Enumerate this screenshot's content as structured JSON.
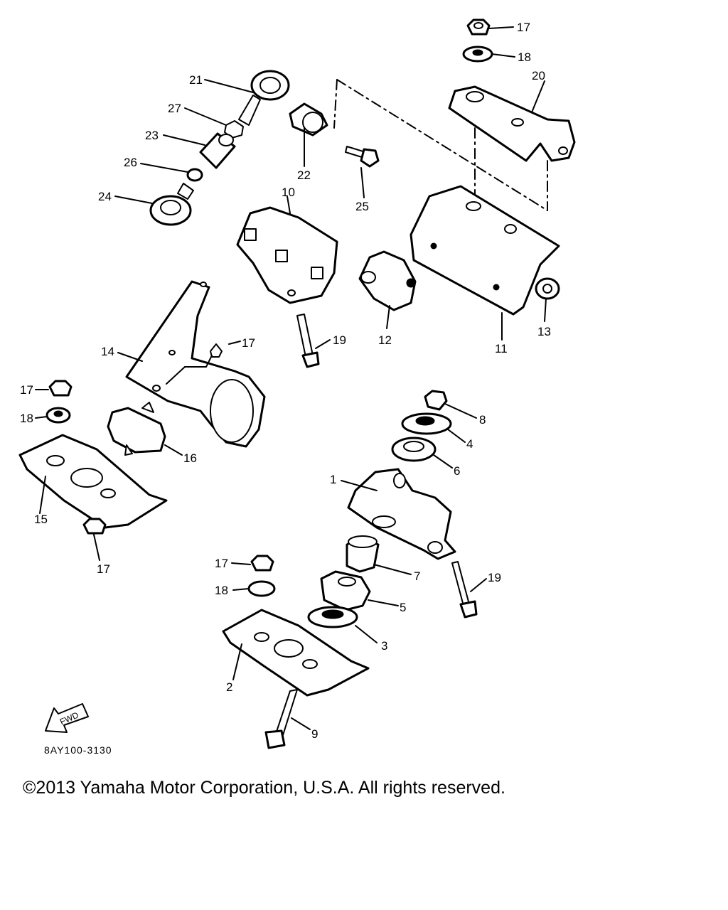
{
  "diagram": {
    "part_labels": [
      "1",
      "2",
      "3",
      "4",
      "5",
      "6",
      "7",
      "8",
      "9",
      "10",
      "11",
      "12",
      "13",
      "14",
      "15",
      "16",
      "17",
      "18",
      "19",
      "20",
      "21",
      "22",
      "23",
      "24",
      "25",
      "26",
      "27"
    ],
    "fwd_label": "FWD",
    "figure_code": "8AY100-3130"
  },
  "copyright": "©2013 Yamaha Motor Corporation, U.S.A. All rights reserved."
}
